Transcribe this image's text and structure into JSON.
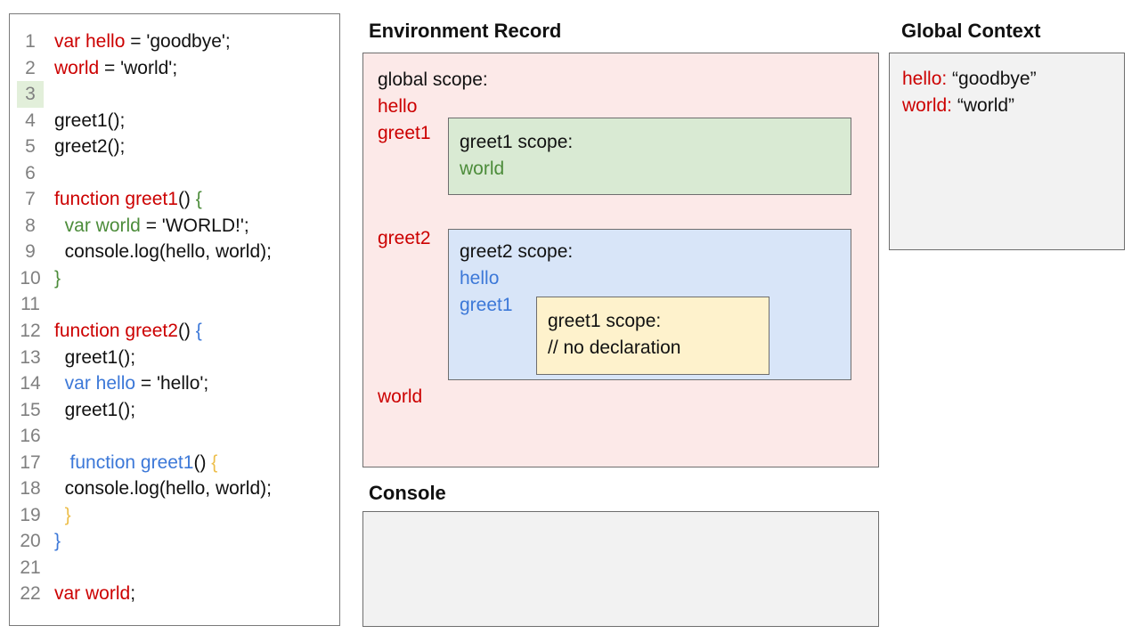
{
  "palette": {
    "code_red": "#cc0000",
    "code_green": "#4c8c3a",
    "code_blue": "#3c78d8",
    "code_gold": "#edbe4a",
    "code_black": "#111111",
    "line_number_gray": "#808080",
    "line_highlight": "#e2efda",
    "bg_pink": "#fce9e8",
    "bg_green": "#d9ead3",
    "bg_blue": "#d8e5f8",
    "bg_yellow": "#fef2cc",
    "bg_gray": "#f2f2f2",
    "border_gray": "#6e6e6e"
  },
  "code_panel": {
    "lines": [
      {
        "n": "1",
        "highlight": false,
        "segments": [
          {
            "t": "var hello",
            "c": "code_red"
          },
          {
            "t": " = 'goodbye';",
            "c": "code_black"
          }
        ]
      },
      {
        "n": "2",
        "highlight": false,
        "segments": [
          {
            "t": "world",
            "c": "code_red"
          },
          {
            "t": " = 'world';",
            "c": "code_black"
          }
        ]
      },
      {
        "n": "3",
        "highlight": true,
        "segments": []
      },
      {
        "n": "4",
        "highlight": false,
        "segments": [
          {
            "t": "greet1();",
            "c": "code_black"
          }
        ]
      },
      {
        "n": "5",
        "highlight": false,
        "segments": [
          {
            "t": "greet2();",
            "c": "code_black"
          }
        ]
      },
      {
        "n": "6",
        "highlight": false,
        "segments": []
      },
      {
        "n": "7",
        "highlight": false,
        "segments": [
          {
            "t": "function greet1",
            "c": "code_red"
          },
          {
            "t": "() ",
            "c": "code_black"
          },
          {
            "t": "{",
            "c": "code_green"
          }
        ]
      },
      {
        "n": "8",
        "highlight": false,
        "segments": [
          {
            "t": "  ",
            "c": "code_black"
          },
          {
            "t": "var world",
            "c": "code_green"
          },
          {
            "t": " = 'WORLD!';",
            "c": "code_black"
          }
        ]
      },
      {
        "n": "9",
        "highlight": false,
        "segments": [
          {
            "t": "  console.log(hello, world);",
            "c": "code_black"
          }
        ]
      },
      {
        "n": "10",
        "highlight": false,
        "segments": [
          {
            "t": "}",
            "c": "code_green"
          }
        ]
      },
      {
        "n": "11",
        "highlight": false,
        "segments": []
      },
      {
        "n": "12",
        "highlight": false,
        "segments": [
          {
            "t": "function greet2",
            "c": "code_red"
          },
          {
            "t": "() ",
            "c": "code_black"
          },
          {
            "t": "{",
            "c": "code_blue"
          }
        ]
      },
      {
        "n": "13",
        "highlight": false,
        "segments": [
          {
            "t": "  greet1();",
            "c": "code_black"
          }
        ]
      },
      {
        "n": "14",
        "highlight": false,
        "segments": [
          {
            "t": "  ",
            "c": "code_black"
          },
          {
            "t": "var hello",
            "c": "code_blue"
          },
          {
            "t": " = 'hello';",
            "c": "code_black"
          }
        ]
      },
      {
        "n": "15",
        "highlight": false,
        "segments": [
          {
            "t": "  greet1();",
            "c": "code_black"
          }
        ]
      },
      {
        "n": "16",
        "highlight": false,
        "segments": []
      },
      {
        "n": "17",
        "highlight": false,
        "segments": [
          {
            "t": "   ",
            "c": "code_black"
          },
          {
            "t": "function greet1",
            "c": "code_blue"
          },
          {
            "t": "() ",
            "c": "code_black"
          },
          {
            "t": "{",
            "c": "code_gold"
          }
        ]
      },
      {
        "n": "18",
        "highlight": false,
        "segments": [
          {
            "t": "  console.log(hello, world);",
            "c": "code_black"
          }
        ]
      },
      {
        "n": "19",
        "highlight": false,
        "segments": [
          {
            "t": "  ",
            "c": "code_black"
          },
          {
            "t": "}",
            "c": "code_gold"
          }
        ]
      },
      {
        "n": "20",
        "highlight": false,
        "segments": [
          {
            "t": "}",
            "c": "code_blue"
          }
        ]
      },
      {
        "n": "21",
        "highlight": false,
        "segments": []
      },
      {
        "n": "22",
        "highlight": false,
        "segments": [
          {
            "t": "var world",
            "c": "code_red"
          },
          {
            "t": ";",
            "c": "code_black"
          }
        ]
      }
    ]
  },
  "environment_record": {
    "title": "Environment Record",
    "global_label": "global scope:",
    "var_hello": "hello",
    "var_greet1": "greet1",
    "var_greet2": "greet2",
    "var_world": "world",
    "greet1_scope": {
      "label": "greet1 scope:",
      "var_world": "world"
    },
    "greet2_scope": {
      "label": "greet2 scope:",
      "var_hello": "hello",
      "var_greet1": "greet1",
      "greet1_inner": {
        "label": "greet1 scope:",
        "comment": "// no declaration"
      }
    }
  },
  "console": {
    "title": "Console"
  },
  "global_context": {
    "title": "Global Context",
    "entries": [
      {
        "name": "hello:",
        "value": " “goodbye”"
      },
      {
        "name": "world:",
        "value": " “world”"
      }
    ]
  }
}
